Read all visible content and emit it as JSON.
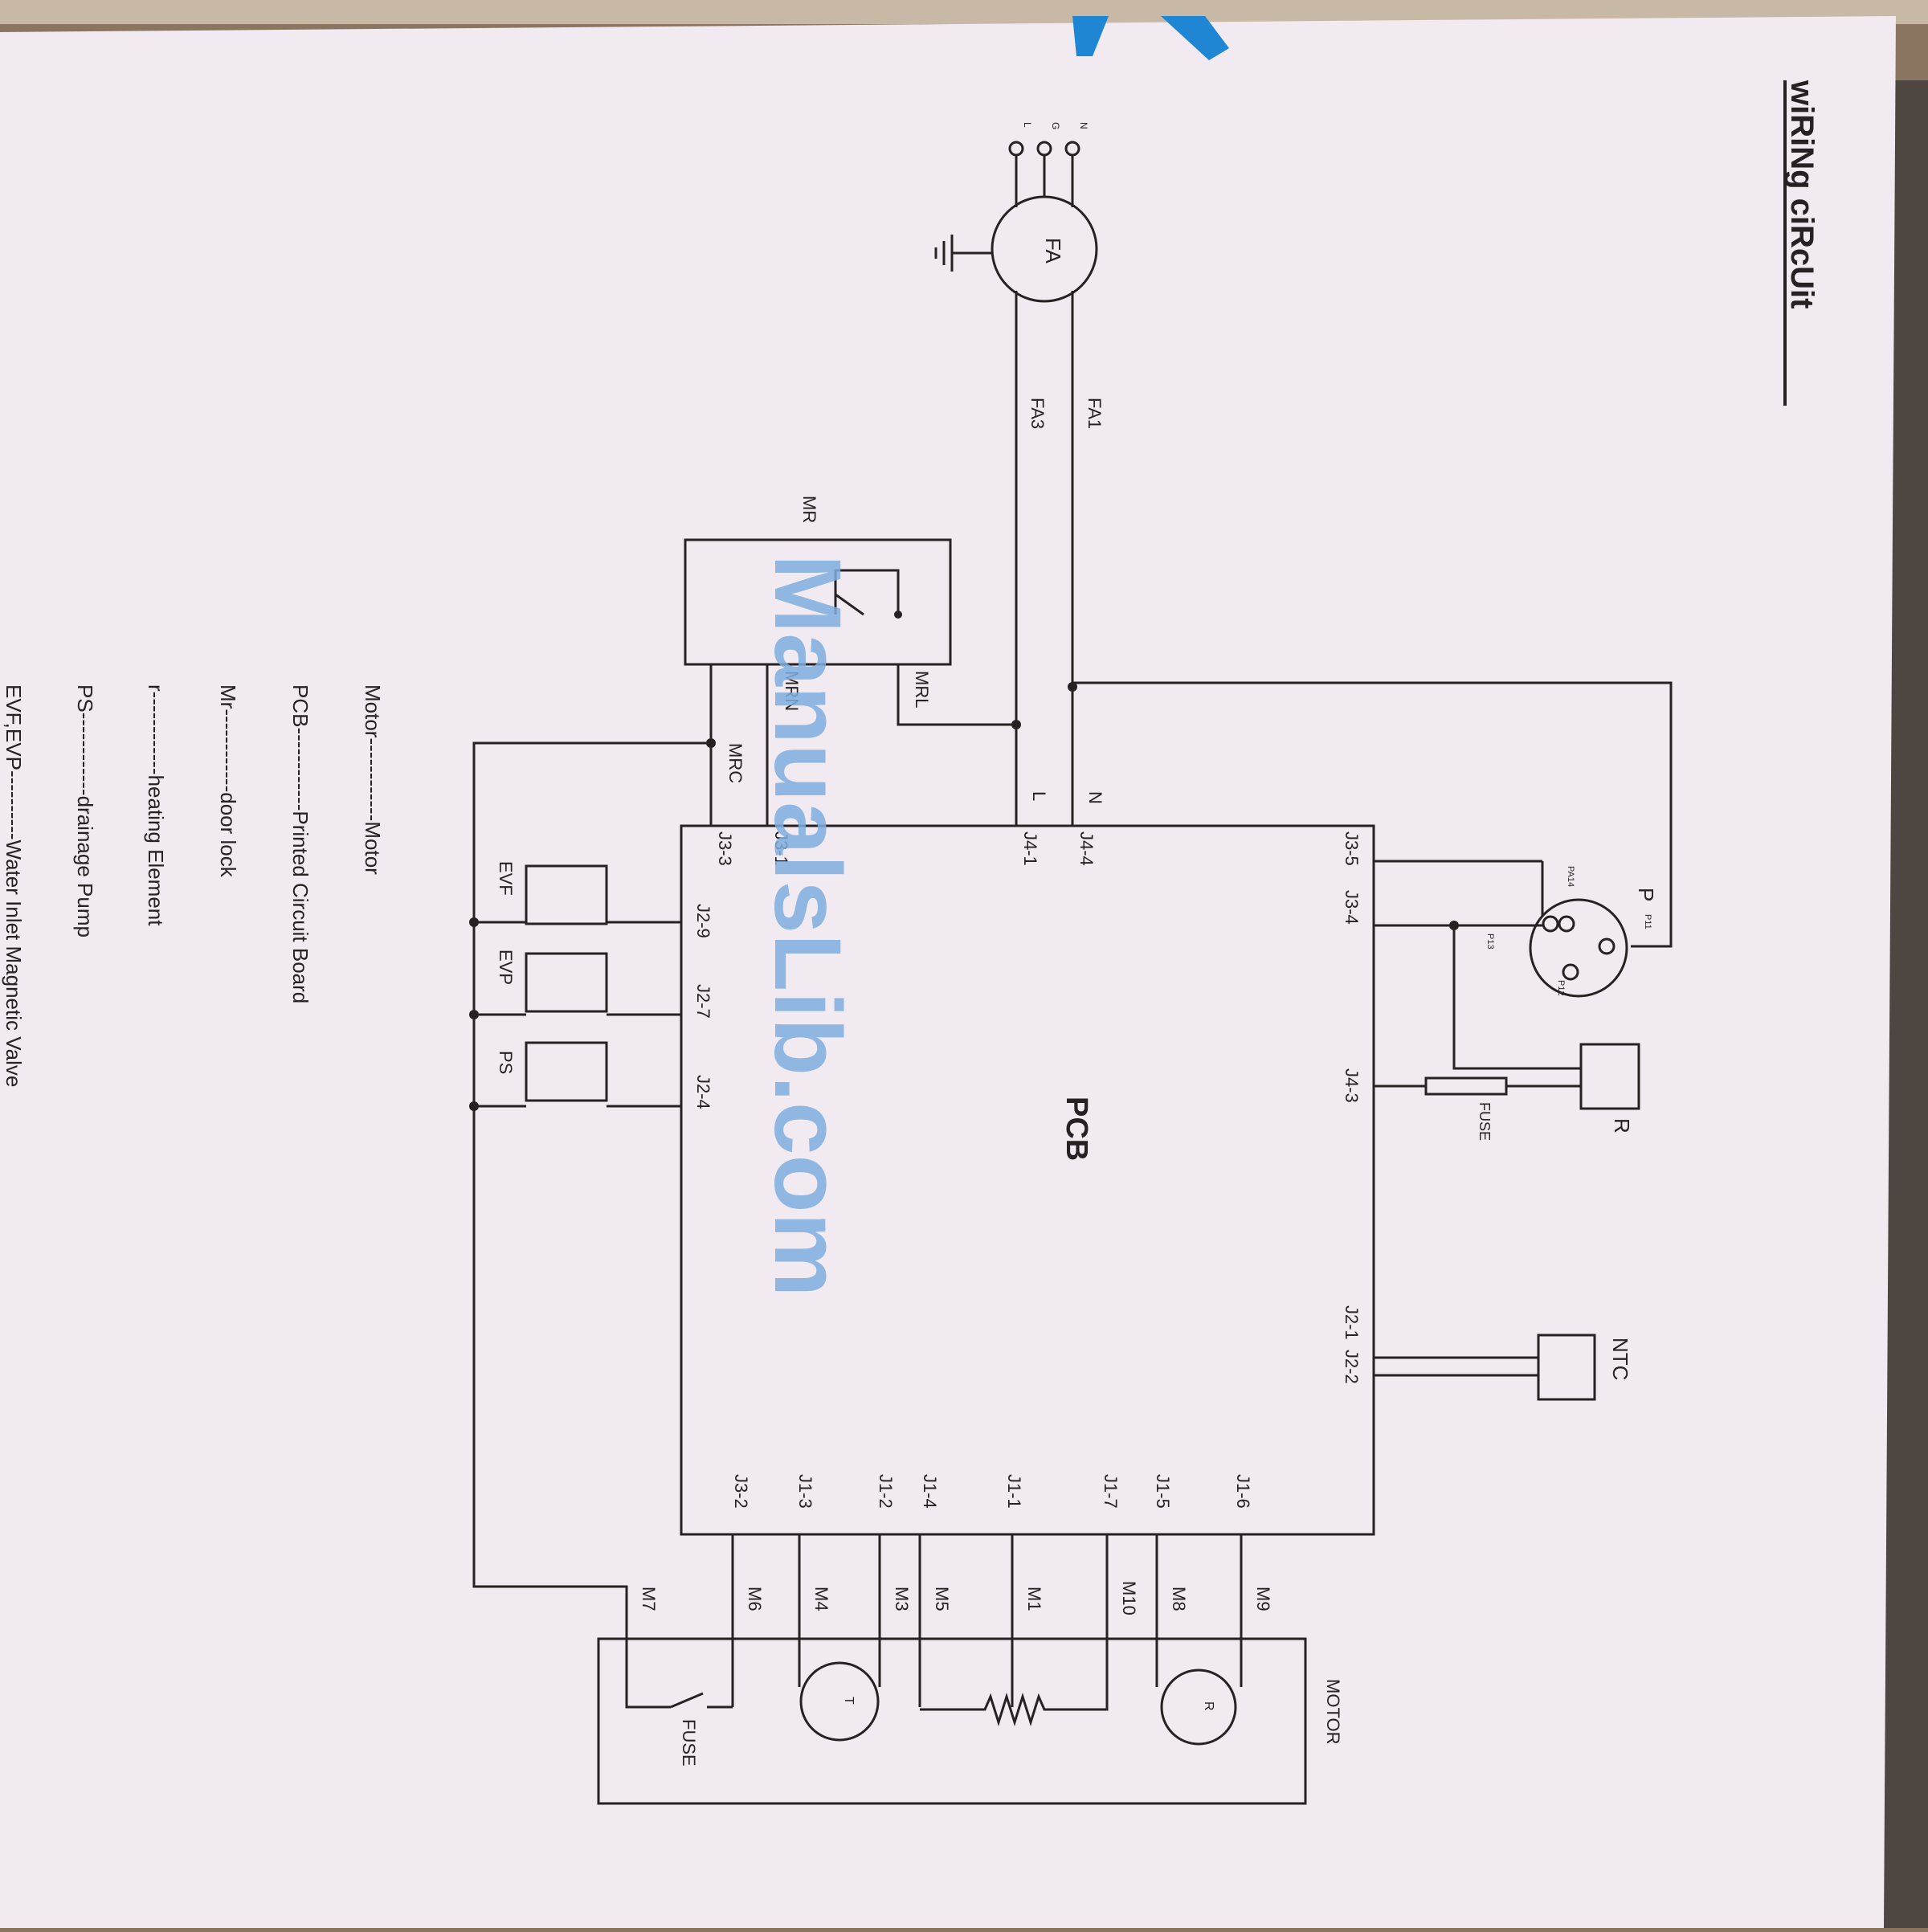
{
  "title": "wiRiNg ciRcUit",
  "watermark": "ManualsLib.com",
  "labels": {
    "pcb": "PCB",
    "pcb_full": "Printed Circuit Board",
    "fa": "FA",
    "fa1": "FA1",
    "fa3": "FA3",
    "n_mains": "N",
    "g_mains": "G",
    "l_mains": "L",
    "n_wire": "N",
    "l_wire": "L",
    "mr": "MR",
    "mrl": "MRL",
    "mrn": "MRN",
    "mrc": "MRC",
    "j44": "J4-4",
    "j41": "J4-1",
    "j31": "J3-1",
    "j33": "J3-3",
    "j29": "J2-9",
    "j27": "J2-7",
    "j24": "J2-4",
    "j35": "J3-5",
    "j34": "J3-4",
    "j43": "J4-3",
    "j21": "J2-1",
    "j22": "J2-2",
    "j16": "J1-6",
    "j15": "J1-5",
    "j17": "J1-7",
    "j11": "J1-1",
    "j14": "J1-4",
    "j12": "J1-2",
    "j13": "J1-3",
    "j32": "J3-2",
    "p": "P",
    "p11": "P11",
    "p12": "P12",
    "p13": "P13",
    "p14": "PA14",
    "r": "R",
    "fuse": "FUSE",
    "ntc": "NTC",
    "evf": "EVF",
    "evp": "EVP",
    "ps": "PS",
    "motor": "MOTOR",
    "m9": "M9",
    "m8": "M8",
    "m10": "M10",
    "m1": "M1",
    "m5": "M5",
    "m3": "M3",
    "m4": "M4",
    "m6": "M6",
    "m7": "M7",
    "t": "T",
    "r_rotor": "R",
    "motor_fuse": "FUSE"
  },
  "legend": [
    {
      "key": "Motor",
      "dash": "------------",
      "desc": "Motor"
    },
    {
      "key": "PCB",
      "dash": "------------",
      "desc": "Printed Circuit Board"
    },
    {
      "key": "Mr",
      "dash": "------------",
      "desc": "door lock"
    },
    {
      "key": "r",
      "dash": "------------",
      "desc": "heating Element"
    },
    {
      "key": "PS",
      "dash": "------------",
      "desc": "drainage Pump"
    },
    {
      "key": "EVF,EVP",
      "dash": "----------",
      "desc": "Water Inlet Magnetic Valve"
    }
  ],
  "colors": {
    "paper": "#f1eaf0",
    "ink": "#262224",
    "watermark": "#7faede",
    "accent": "#1e86d2"
  }
}
